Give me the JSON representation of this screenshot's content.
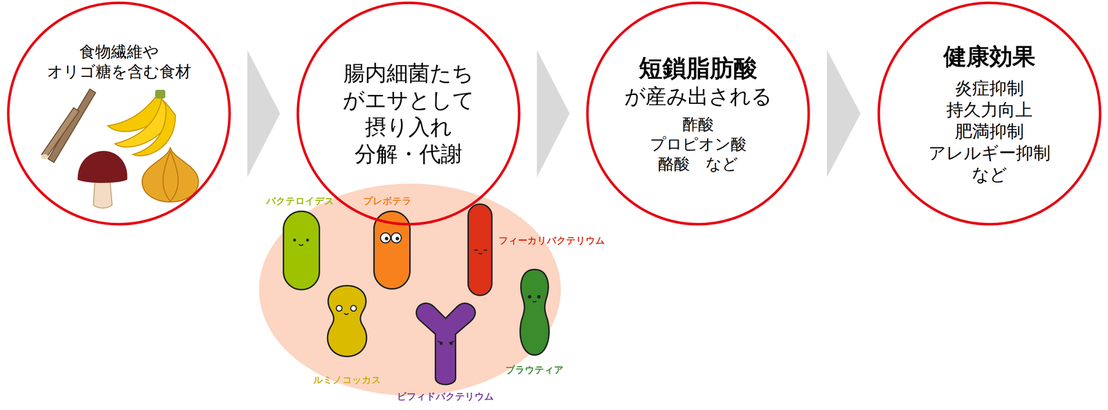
{
  "diagram": {
    "nodes": [
      {
        "text": [
          "食物繊維や オリゴ糖を含む食材"
        ]
      },
      {
        "text": [
          "腸内細菌たち がエサとして 摂り入れ 分解・代謝"
        ]
      },
      {
        "text": [
          "短鎖脂肪酸",
          "が産み出される",
          "酢酸 プロピオン酸 酪酸　など"
        ]
      },
      {
        "text": [
          "健康効果",
          "炎症抑制 持久力向上 肥満抑制 アレルギー抑制 など"
        ]
      }
    ],
    "edges": [
      {
        "from": 0,
        "to": 1,
        "arrow": "to"
      },
      {
        "from": 1,
        "to": 2,
        "arrow": "to"
      },
      {
        "from": 2,
        "to": 3,
        "arrow": "to"
      }
    ],
    "labels": [
      "バクテロイデス",
      "プレボテラ",
      "フィーカリバクテリウム",
      "ルミノコッカス",
      "ビフィドバクテリウム",
      "ブラウティア"
    ]
  }
}
